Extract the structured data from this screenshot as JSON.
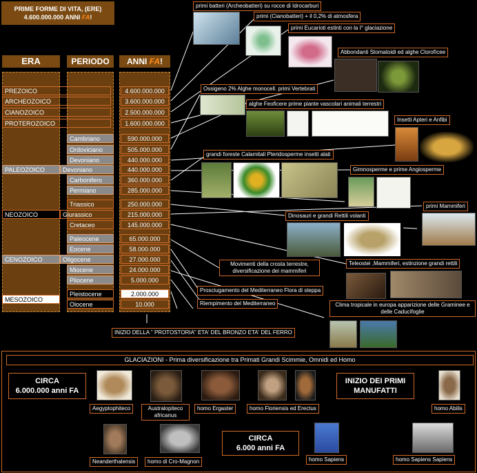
{
  "title": {
    "line1": "PRIME FORME DI VITA, (ERE)",
    "line2": "4.600.000.000 ANNI",
    "fa": "FA",
    "bang": "!"
  },
  "headers": {
    "era": "ERA",
    "periodo": "PERIODO",
    "anni": "ANNI",
    "fa": "FA",
    "bang": "!"
  },
  "eras": [
    "PREZOICO",
    "ARCHEOZOICO",
    "CIANOZOICO",
    "PROTEROZOICO",
    "PALEOZOICO",
    "NEOZOICO",
    "CENOZOICO",
    "MESOZOICO"
  ],
  "periods": [
    "Cambriano",
    "Ordoviciano",
    "Devoniano",
    "Devoniano",
    "Carbonifero",
    "Permiano",
    "Triassico",
    "Giurassico",
    "Cretaceo",
    "Paleocene",
    "Eocene",
    "Oligocene",
    "Miocene",
    "Pliocene",
    "Pleistocene",
    "Olocene"
  ],
  "years": [
    "4.600.000.000",
    "3.600.000.000",
    "2.500.000.000",
    "1.600.000.000",
    "590.000.000",
    "505.000.000",
    "440.000.000",
    "440.000.000",
    "360.000.000",
    "285.000.000",
    "250.000.000",
    "215.000.000",
    "145.000.000",
    "65.000.000",
    "58.000.000",
    "27.000.000",
    "24.000.000",
    "5.000.000",
    "2.000.000",
    "10.000"
  ],
  "events": [
    "primi batteri (Archeobatteri) su rocce di Idrocarburi",
    "primi (Cianobatteri) + il 0,2% di atmosfera",
    "primi Eucarioti estinti con la I° glaciazione",
    "Abbondanti Stomatoidi ed alghe Clorofìcee",
    "Ossigeno 2% Alghe monocell. primi Vertebrati",
    "alghe Feoficere prime piante vascolari animali terrestri",
    "Insetti Apteri e Anfibi",
    "grandi foreste Calamitali Pteridosperme insetti alati",
    "Gimnosperme e prime Angiosperme",
    "primi Mammiferi",
    "Dinosauri e grandi Rettili volanti",
    "Movimenti della crosta terrestre, diversificazione dei mammiferi",
    "Teleostei ,Mammiferi, estinzione grandi rettili",
    "Prosciugamento del Mediterraneo Flora di steppa",
    "Riempimento del Mediterraneo",
    "Clima tropicale in europa apparizione delle Graminee e delle Caducifoglie"
  ],
  "inizio": "INIZIO DELLA \" PROTOSTORIA\" ETA' DEL BRONZO ETA' DEL FERRO",
  "bottom": {
    "glaciazioni": "GLACIAZIONI - Prima diversificazione tra Primati Grandi Scimmie, Omnidi ed Homo",
    "circa1_l1": "CIRCA",
    "circa1_l2": "6.000.000 anni FA",
    "inizio_l1": "INIZIO DEI PRIMI",
    "inizio_l2": "MANUFATTI",
    "circa2_l1": "CIRCA",
    "circa2_l2": "6.000 anni FA",
    "species": [
      "Aegyptophiteco",
      "Australopiteco africanus",
      "homo Ergaster",
      "homo Floriensis ed Erectus",
      "homo Abilis",
      "Neanderthalensis",
      "homo di Cro-Magnon",
      "homo Sapiens",
      "homo Sapiens Sapiens"
    ]
  },
  "colors": {
    "accent": "#d06a2a",
    "brown": "#6b3f10",
    "header": "#7a4a12",
    "fa": "#ff8c1a"
  }
}
